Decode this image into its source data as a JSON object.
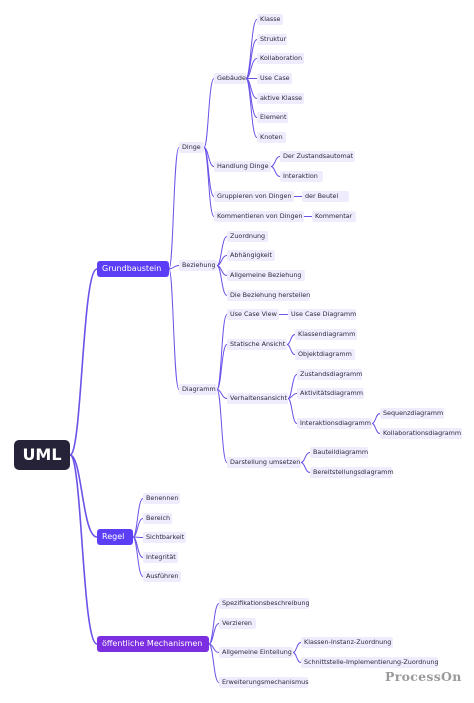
{
  "accent_colors": {
    "root": "#262338",
    "branch": "#5b3ef5",
    "branch_alt": "#7c2fe0",
    "leaf_bg": "#efedfd",
    "line": "#6b52e8"
  },
  "mindmap": {
    "label": "UML",
    "children": [
      {
        "label": "Grundbaustein",
        "children": [
          {
            "label": "Dinge",
            "children": [
              {
                "label": "Gebäude",
                "children": [
                  {
                    "label": "Klasse"
                  },
                  {
                    "label": "Struktur"
                  },
                  {
                    "label": "Kollaboration"
                  },
                  {
                    "label": "Use Case"
                  },
                  {
                    "label": "aktive Klasse"
                  },
                  {
                    "label": "Element"
                  },
                  {
                    "label": "Knoten"
                  }
                ]
              },
              {
                "label": "Handlung Dinge",
                "children": [
                  {
                    "label": "Der Zustandsautomat"
                  },
                  {
                    "label": "Interaktion"
                  }
                ]
              },
              {
                "label": "Gruppieren von Dingen",
                "children": [
                  {
                    "label": "der Beutel"
                  }
                ]
              },
              {
                "label": "Kommentieren von Dingen",
                "children": [
                  {
                    "label": "Kommentar"
                  }
                ]
              }
            ]
          },
          {
            "label": "Beziehung",
            "children": [
              {
                "label": "Zuordnung"
              },
              {
                "label": "Abhängigkeit"
              },
              {
                "label": "Allgemeine Beziehung"
              },
              {
                "label": "Die Beziehung herstellen"
              }
            ]
          },
          {
            "label": "Diagramm",
            "children": [
              {
                "label": "Use Case View",
                "children": [
                  {
                    "label": "Use Case Diagramm"
                  }
                ]
              },
              {
                "label": "Statische Ansicht",
                "children": [
                  {
                    "label": "Klassendiagramm"
                  },
                  {
                    "label": "Objektdiagramm"
                  }
                ]
              },
              {
                "label": "Verhaltensansicht",
                "children": [
                  {
                    "label": "Zustandsdiagramm"
                  },
                  {
                    "label": "Aktivitätsdiagramm"
                  },
                  {
                    "label": "Interaktionsdiagramm",
                    "children": [
                      {
                        "label": "Sequenzdiagramm"
                      },
                      {
                        "label": "Kollaborationsdiagramm"
                      }
                    ]
                  }
                ]
              },
              {
                "label": "Darstellung umsetzen",
                "children": [
                  {
                    "label": "Bauteildiagramm"
                  },
                  {
                    "label": "Bereitstellungsdiagramm"
                  }
                ]
              }
            ]
          }
        ]
      },
      {
        "label": "Regel",
        "children": [
          {
            "label": "Benennen"
          },
          {
            "label": "Bereich"
          },
          {
            "label": "Sichtbarkeit"
          },
          {
            "label": "Integrität"
          },
          {
            "label": "Ausführen"
          }
        ]
      },
      {
        "label": "öffentliche Mechanismen",
        "children": [
          {
            "label": "Spezifikationsbeschreibung"
          },
          {
            "label": "Verzieren"
          },
          {
            "label": "Allgemeine Einteilung",
            "children": [
              {
                "label": "Klassen-Instanz-Zuordnung"
              },
              {
                "label": "Schnittstelle-Implementierung-Zuordnung"
              }
            ]
          },
          {
            "label": "Erweiterungsmechanismus"
          }
        ]
      }
    ]
  },
  "watermark": "ProcessOn"
}
